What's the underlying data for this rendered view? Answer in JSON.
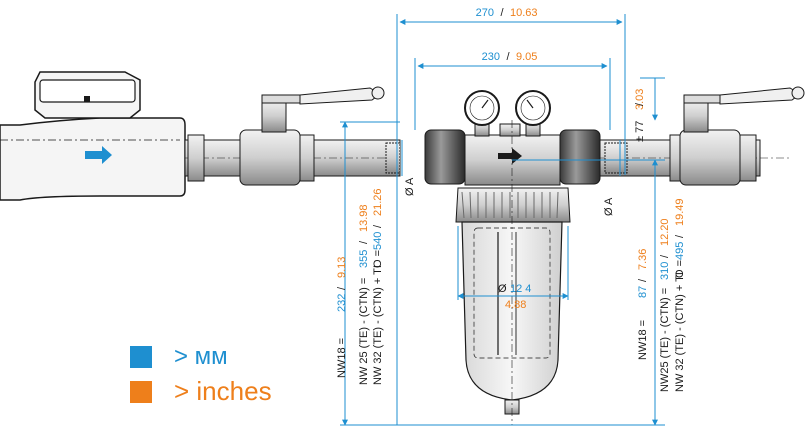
{
  "colors": {
    "metric": "#1e8fd0",
    "imperial": "#ee7f1b",
    "line": "#1a1a1a"
  },
  "legend": {
    "mm_label": "> мм",
    "inch_label": "> inches"
  },
  "dims": {
    "overall_width": {
      "mm": "270",
      "sep": "/",
      "in": "10.63"
    },
    "filter_width": {
      "mm": "230",
      "sep": "/",
      "in": "9.05"
    },
    "gauge_height": {
      "in": "3.03"
    },
    "side_offset": {
      "text": "± 77",
      "sep": "/"
    },
    "left_side": {
      "nw18": {
        "label": "NW18 =",
        "mm": "232",
        "sep": "/",
        "in": "9.13"
      },
      "nw25": {
        "label": "NW 25 (TE) - (CTN) =",
        "mm": "355",
        "sep": "/",
        "in": "13.98"
      },
      "nw32": {
        "label": "NW 32 (TE) - (CTN) + TI",
        "prefix": "O =",
        "mm": "540",
        "sep": "/",
        "in": "21.26"
      },
      "dia_a": "Ø A"
    },
    "right_side": {
      "nw18": {
        "label": "NW18 =",
        "mm": "87",
        "sep": "/",
        "in": "7.36"
      },
      "nw25": {
        "label": "NW25 (TE) - (CTN) =",
        "mm": "310",
        "sep": "/",
        "in": "12.20"
      },
      "nw32": {
        "label": "NW 32 (TE) - (CTN) + TI",
        "prefix": "O =",
        "mm": "495",
        "sep": "/",
        "in": "19.49"
      },
      "dia_a": "Ø A"
    },
    "bowl_diameter": {
      "prefix": "Ø",
      "mm": "12 4",
      "in": "4.88"
    }
  },
  "icons": [
    "flow-arrow-icon",
    "pressure-gauge-icon",
    "ball-valve-icon",
    "water-meter-icon"
  ]
}
